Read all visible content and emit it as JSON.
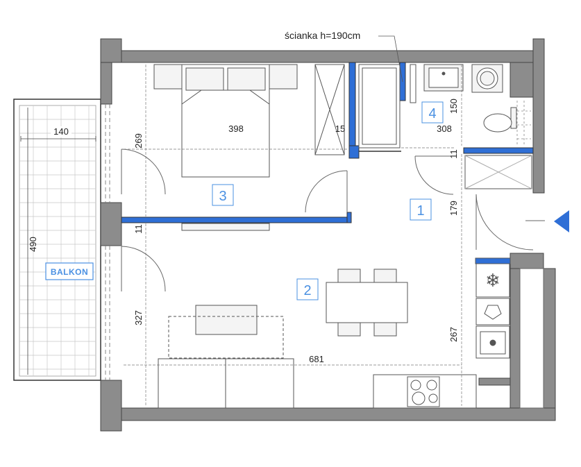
{
  "annotation": {
    "partition_note": "ścianka h=190cm"
  },
  "rooms": [
    {
      "number": "1"
    },
    {
      "number": "2"
    },
    {
      "number": "3"
    },
    {
      "number": "4"
    }
  ],
  "balcony": {
    "label": "BALKON",
    "width": "140",
    "length": "490"
  },
  "dimensions": {
    "bedroom_width": "398",
    "bedroom_depth": "269",
    "wall_thin_a": "15",
    "wall_thin_b": "11",
    "wall_thin_c": "11",
    "bathroom_width": "308",
    "bathroom_depth": "150",
    "hall_depth": "179",
    "living_depth": "327",
    "living_width": "681",
    "kitchen_depth": "267"
  },
  "colors": {
    "wall": "#8c8c8c",
    "wall_dark": "#555555",
    "partition": "#2f6fd6",
    "accent": "#4a90e2",
    "line": "#888888"
  }
}
